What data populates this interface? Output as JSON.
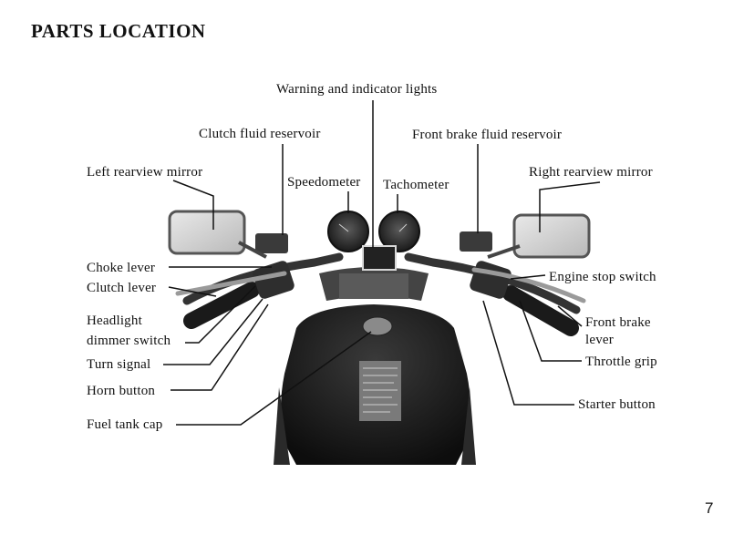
{
  "page": {
    "title": "PARTS LOCATION",
    "page_number": "7"
  },
  "labels": {
    "warning_indicator_lights": "Warning and indicator lights",
    "clutch_fluid_reservoir": "Clutch fluid reservoir",
    "front_brake_fluid_reservoir": "Front brake fluid reservoir",
    "left_rearview_mirror": "Left rearview mirror",
    "speedometer": "Speedometer",
    "tachometer": "Tachometer",
    "right_rearview_mirror": "Right rearview mirror",
    "choke_lever": "Choke lever",
    "clutch_lever": "Clutch lever",
    "headlight_dimmer_switch_line1": "Headlight",
    "headlight_dimmer_switch_line2": "dimmer switch",
    "turn_signal": "Turn signal",
    "horn_button": "Horn button",
    "fuel_tank_cap": "Fuel tank cap",
    "engine_stop_switch": "Engine stop switch",
    "front_brake_lever_line1": "Front brake",
    "front_brake_lever_line2": "lever",
    "throttle_grip": "Throttle grip",
    "starter_button": "Starter button"
  }
}
